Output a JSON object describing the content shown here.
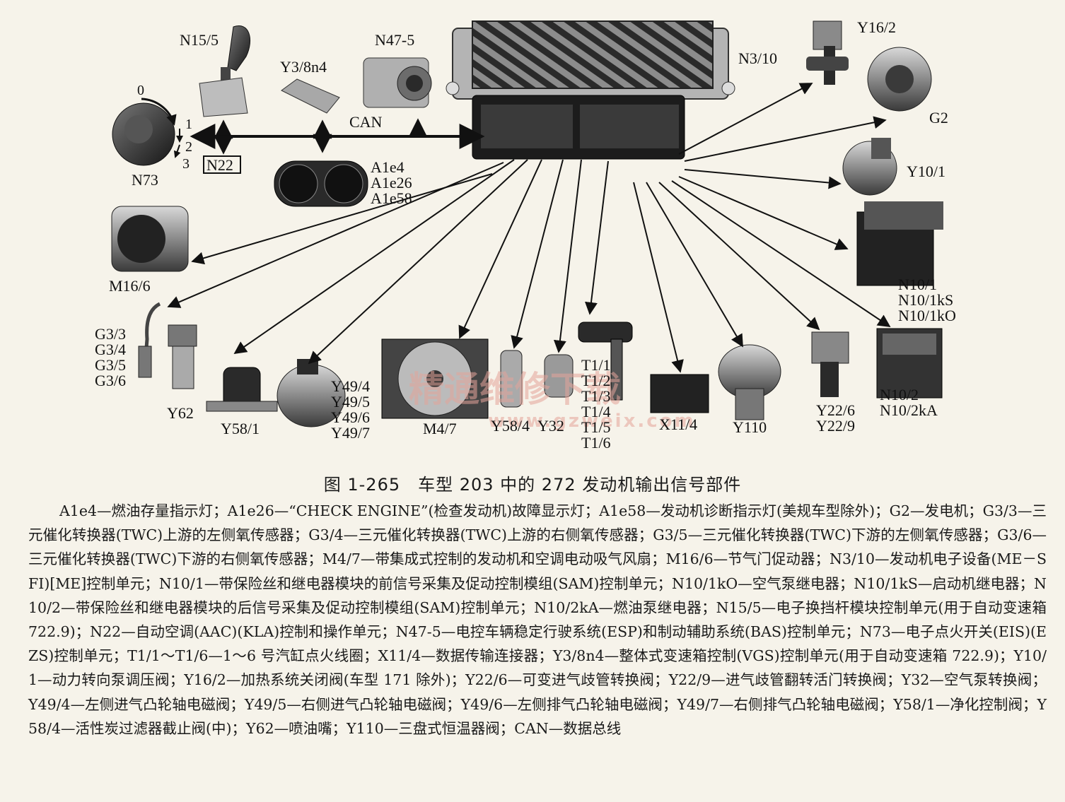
{
  "labels": {
    "N15_5": "N15/5",
    "Y3_8n4": "Y3/8n4",
    "N47_5": "N47-5",
    "N3_10": "N3/10",
    "Y16_2": "Y16/2",
    "G2": "G2",
    "Y10_1": "Y10/1",
    "N10_1": [
      "N10/1",
      "N10/1kS",
      "N10/1kO"
    ],
    "N10_2": [
      "N10/2",
      "N10/2kA"
    ],
    "CAN": "CAN",
    "N22": "N22",
    "N73": "N73",
    "A1e": [
      "A1e4",
      "A1e26",
      "A1e58"
    ],
    "M16_6": "M16/6",
    "G3": [
      "G3/3",
      "G3/4",
      "G3/5",
      "G3/6"
    ],
    "Y62": "Y62",
    "Y58_1": "Y58/1",
    "Y49": [
      "Y49/4",
      "Y49/5",
      "Y49/6",
      "Y49/7"
    ],
    "M4_7": "M4/7",
    "Y58_4": "Y58/4",
    "Y32": "Y32",
    "T1": [
      "T1/1",
      "T1/2",
      "T1/3",
      "T1/4",
      "T1/5",
      "T1/6"
    ],
    "X11_4": "X11/4",
    "Y110": "Y110",
    "Y22": [
      "Y22/6",
      "Y22/9"
    ],
    "switch_positions": [
      "0",
      "1",
      "2",
      "3"
    ]
  },
  "watermark": {
    "text": "精通维修下载",
    "url": "www.gzweix.com"
  },
  "caption": "图 1-265　车型 203 中的 272 发动机输出信号部件",
  "legend": "A1e4—燃油存量指示灯；A1e26—“CHECK ENGINE”(检查发动机)故障显示灯；A1e58—发动机诊断指示灯(美规车型除外)；G2—发电机；G3/3—三元催化转换器(TWC)上游的左侧氧传感器；G3/4—三元催化转换器(TWC)上游的右侧氧传感器；G3/5—三元催化转换器(TWC)下游的左侧氧传感器；G3/6—三元催化转换器(TWC)下游的右侧氧传感器；M4/7—带集成式控制的发动机和空调电动吸气风扇；M16/6—节气门促动器；N3/10—发动机电子设备(ME－SFI)[ME]控制单元；N10/1—带保险丝和继电器模块的前信号采集及促动控制模组(SAM)控制单元；N10/1kO—空气泵继电器；N10/1kS—启动机继电器；N10/2—带保险丝和继电器模块的后信号采集及促动控制模组(SAM)控制单元；N10/2kA—燃油泵继电器；N15/5—电子换挡杆模块控制单元(用于自动变速箱 722.9)；N22—自动空调(AAC)(KLA)控制和操作单元；N47-5—电控车辆稳定行驶系统(ESP)和制动辅助系统(BAS)控制单元；N73—电子点火开关(EIS)(EZS)控制单元；T1/1～T1/6—1～6 号汽缸点火线圈；X11/4—数据传输连接器；Y3/8n4—整体式变速箱控制(VGS)控制单元(用于自动变速箱 722.9)；Y10/1—动力转向泵调压阀；Y16/2—加热系统关闭阀(车型 171 除外)；Y22/6—可变进气歧管转换阀；Y22/9—进气歧管翻转活门转换阀；Y32—空气泵转换阀；Y49/4—左侧进气凸轮轴电磁阀；Y49/5—右侧进气凸轮轴电磁阀；Y49/6—左侧排气凸轮轴电磁阀；Y49/7—右侧排气凸轮轴电磁阀；Y58/1—净化控制阀；Y58/4—活性炭过滤器截止阀(中)；Y62—喷油嘴；Y110—三盘式恒温器阀；CAN—数据总线"
}
